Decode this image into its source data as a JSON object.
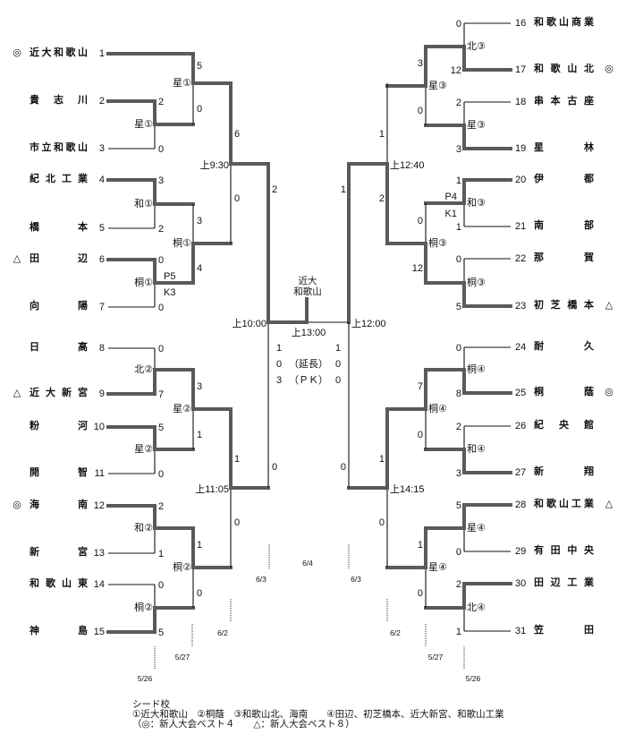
{
  "teams": {
    "left": [
      {
        "no": "1",
        "name": "近大和歌山",
        "mark": "◎"
      },
      {
        "no": "2",
        "name": "貴志川",
        "mark": ""
      },
      {
        "no": "3",
        "name": "市立和歌山",
        "mark": ""
      },
      {
        "no": "4",
        "name": "紀北工業",
        "mark": ""
      },
      {
        "no": "5",
        "name": "橋本",
        "mark": ""
      },
      {
        "no": "6",
        "name": "田辺",
        "mark": "△"
      },
      {
        "no": "7",
        "name": "向陽",
        "mark": ""
      },
      {
        "no": "8",
        "name": "日高",
        "mark": ""
      },
      {
        "no": "9",
        "name": "近大新宮",
        "mark": "△"
      },
      {
        "no": "10",
        "name": "粉河",
        "mark": ""
      },
      {
        "no": "11",
        "name": "開智",
        "mark": ""
      },
      {
        "no": "12",
        "name": "海南",
        "mark": "◎"
      },
      {
        "no": "13",
        "name": "新宮",
        "mark": ""
      },
      {
        "no": "14",
        "name": "和歌山東",
        "mark": ""
      },
      {
        "no": "15",
        "name": "神島",
        "mark": ""
      }
    ],
    "right": [
      {
        "no": "16",
        "name": "和歌山商業",
        "mark": ""
      },
      {
        "no": "17",
        "name": "和歌山北",
        "mark": "◎"
      },
      {
        "no": "18",
        "name": "串本古座",
        "mark": ""
      },
      {
        "no": "19",
        "name": "星林",
        "mark": ""
      },
      {
        "no": "20",
        "name": "伊都",
        "mark": ""
      },
      {
        "no": "21",
        "name": "南部",
        "mark": ""
      },
      {
        "no": "22",
        "name": "那賀",
        "mark": ""
      },
      {
        "no": "23",
        "name": "初芝橋本",
        "mark": "△"
      },
      {
        "no": "24",
        "name": "耐久",
        "mark": ""
      },
      {
        "no": "25",
        "name": "桐蔭",
        "mark": "◎"
      },
      {
        "no": "26",
        "name": "紀央館",
        "mark": ""
      },
      {
        "no": "27",
        "name": "新翔",
        "mark": ""
      },
      {
        "no": "28",
        "name": "和歌山工業",
        "mark": "△"
      },
      {
        "no": "29",
        "name": "有田中央",
        "mark": ""
      },
      {
        "no": "30",
        "name": "田辺工業",
        "mark": ""
      },
      {
        "no": "31",
        "name": "笠田",
        "mark": ""
      }
    ]
  },
  "bracket": {
    "left": {
      "round1": [
        {
          "teams": [
            "2",
            "3"
          ],
          "venue": "星①",
          "scores": [
            "2",
            "0"
          ],
          "winner": 0
        },
        {
          "teams": [
            "4",
            "5"
          ],
          "venue": "和①",
          "scores": [
            "3",
            "2"
          ],
          "winner": 0
        },
        {
          "teams": [
            "6",
            "7"
          ],
          "venue": "桐①",
          "scores": [
            "0",
            "0"
          ],
          "winner": 0,
          "pk": [
            "P5",
            "K3"
          ]
        },
        {
          "teams": [
            "8",
            "9"
          ],
          "venue": "北②",
          "scores": [
            "0",
            "7"
          ],
          "winner": 1
        },
        {
          "teams": [
            "10",
            "11"
          ],
          "venue": "星②",
          "scores": [
            "5",
            "0"
          ],
          "winner": 0
        },
        {
          "teams": [
            "12",
            "13"
          ],
          "venue": "和②",
          "scores": [
            "2",
            "1"
          ],
          "winner": 0
        },
        {
          "teams": [
            "14",
            "15"
          ],
          "venue": "桐②",
          "scores": [
            "0",
            "5"
          ],
          "winner": 1
        }
      ],
      "round2": [
        {
          "venue": "星①",
          "scores": [
            "5",
            "0"
          ],
          "winner": 0
        },
        {
          "venue": "桐①",
          "scores": [
            "3",
            "4"
          ],
          "winner": 1
        },
        {
          "venue": "星②",
          "scores": [
            "3",
            "1"
          ],
          "winner": 0
        },
        {
          "venue": "桐②",
          "scores": [
            "1",
            "0"
          ],
          "winner": 0
        }
      ],
      "quarterfinals": [
        {
          "time": "上9:30",
          "scores": [
            "6",
            "0"
          ],
          "winner": 0
        },
        {
          "time": "上11:05",
          "scores": [
            "1",
            "0"
          ],
          "winner": 0
        }
      ],
      "semifinal": {
        "time": "上10:00",
        "scores": [
          "2",
          "0"
        ],
        "winner": 0
      }
    },
    "right": {
      "round1": [
        {
          "teams": [
            "16",
            "17"
          ],
          "venue": "北③",
          "scores": [
            "0",
            "12"
          ],
          "winner": 1
        },
        {
          "teams": [
            "18",
            "19"
          ],
          "venue": "星③",
          "scores": [
            "2",
            "3"
          ],
          "winner": 1
        },
        {
          "teams": [
            "20",
            "21"
          ],
          "venue": "和③",
          "scores": [
            "1",
            "1"
          ],
          "winner": 0,
          "pk": [
            "P4",
            "K1"
          ]
        },
        {
          "teams": [
            "22",
            "23"
          ],
          "venue": "桐③",
          "scores": [
            "0",
            "5"
          ],
          "winner": 1
        },
        {
          "teams": [
            "24",
            "25"
          ],
          "venue": "桐④",
          "scores": [
            "0",
            "8"
          ],
          "winner": 1
        },
        {
          "teams": [
            "26",
            "27"
          ],
          "venue": "和④",
          "scores": [
            "2",
            "3"
          ],
          "winner": 1
        },
        {
          "teams": [
            "28",
            "29"
          ],
          "venue": "星④",
          "scores": [
            "5",
            "0"
          ],
          "winner": 0
        },
        {
          "teams": [
            "30",
            "31"
          ],
          "venue": "北④",
          "scores": [
            "2",
            "1"
          ],
          "winner": 0
        }
      ],
      "round2": [
        {
          "venue": "星③",
          "scores": [
            "3",
            "0"
          ],
          "winner": 0
        },
        {
          "venue": "桐③",
          "scores": [
            "0",
            "12"
          ],
          "winner": 1
        },
        {
          "venue": "桐④",
          "scores": [
            "7",
            "0"
          ],
          "winner": 0
        },
        {
          "venue": "星④",
          "scores": [
            "1",
            "0"
          ],
          "winner": 0
        }
      ],
      "quarterfinals": [
        {
          "time": "上12:40",
          "scores": [
            "1",
            "2"
          ],
          "winner": 1
        },
        {
          "time": "上14:15",
          "scores": [
            "1",
            "0"
          ],
          "winner": 0
        }
      ],
      "semifinal": {
        "time": "上12:00",
        "scores": [
          "1",
          "0"
        ],
        "winner": 0
      }
    }
  },
  "final": {
    "time": "上13:00",
    "champion": [
      "近大",
      "和歌山"
    ],
    "winner": 0,
    "score_rows": [
      {
        "left": "1",
        "label": "",
        "right": "1"
      },
      {
        "left": "0",
        "label": "（延長）",
        "right": "0"
      },
      {
        "left": "3",
        "label": "（ＰＫ）",
        "right": "0"
      }
    ]
  },
  "dates": {
    "left": [
      "5/26",
      "5/27",
      "6/2",
      "6/3"
    ],
    "final": "6/4",
    "right": [
      "6/3",
      "6/2",
      "5/27",
      "5/26"
    ]
  },
  "legend": {
    "title": "シード校",
    "seeds": "①近大和歌山　②桐蔭　③和歌山北、海南　　④田辺、初芝橋本、近大新宮、和歌山工業",
    "note": "（◎：新人大会ベスト４　　△：新人大会ベスト８）"
  }
}
